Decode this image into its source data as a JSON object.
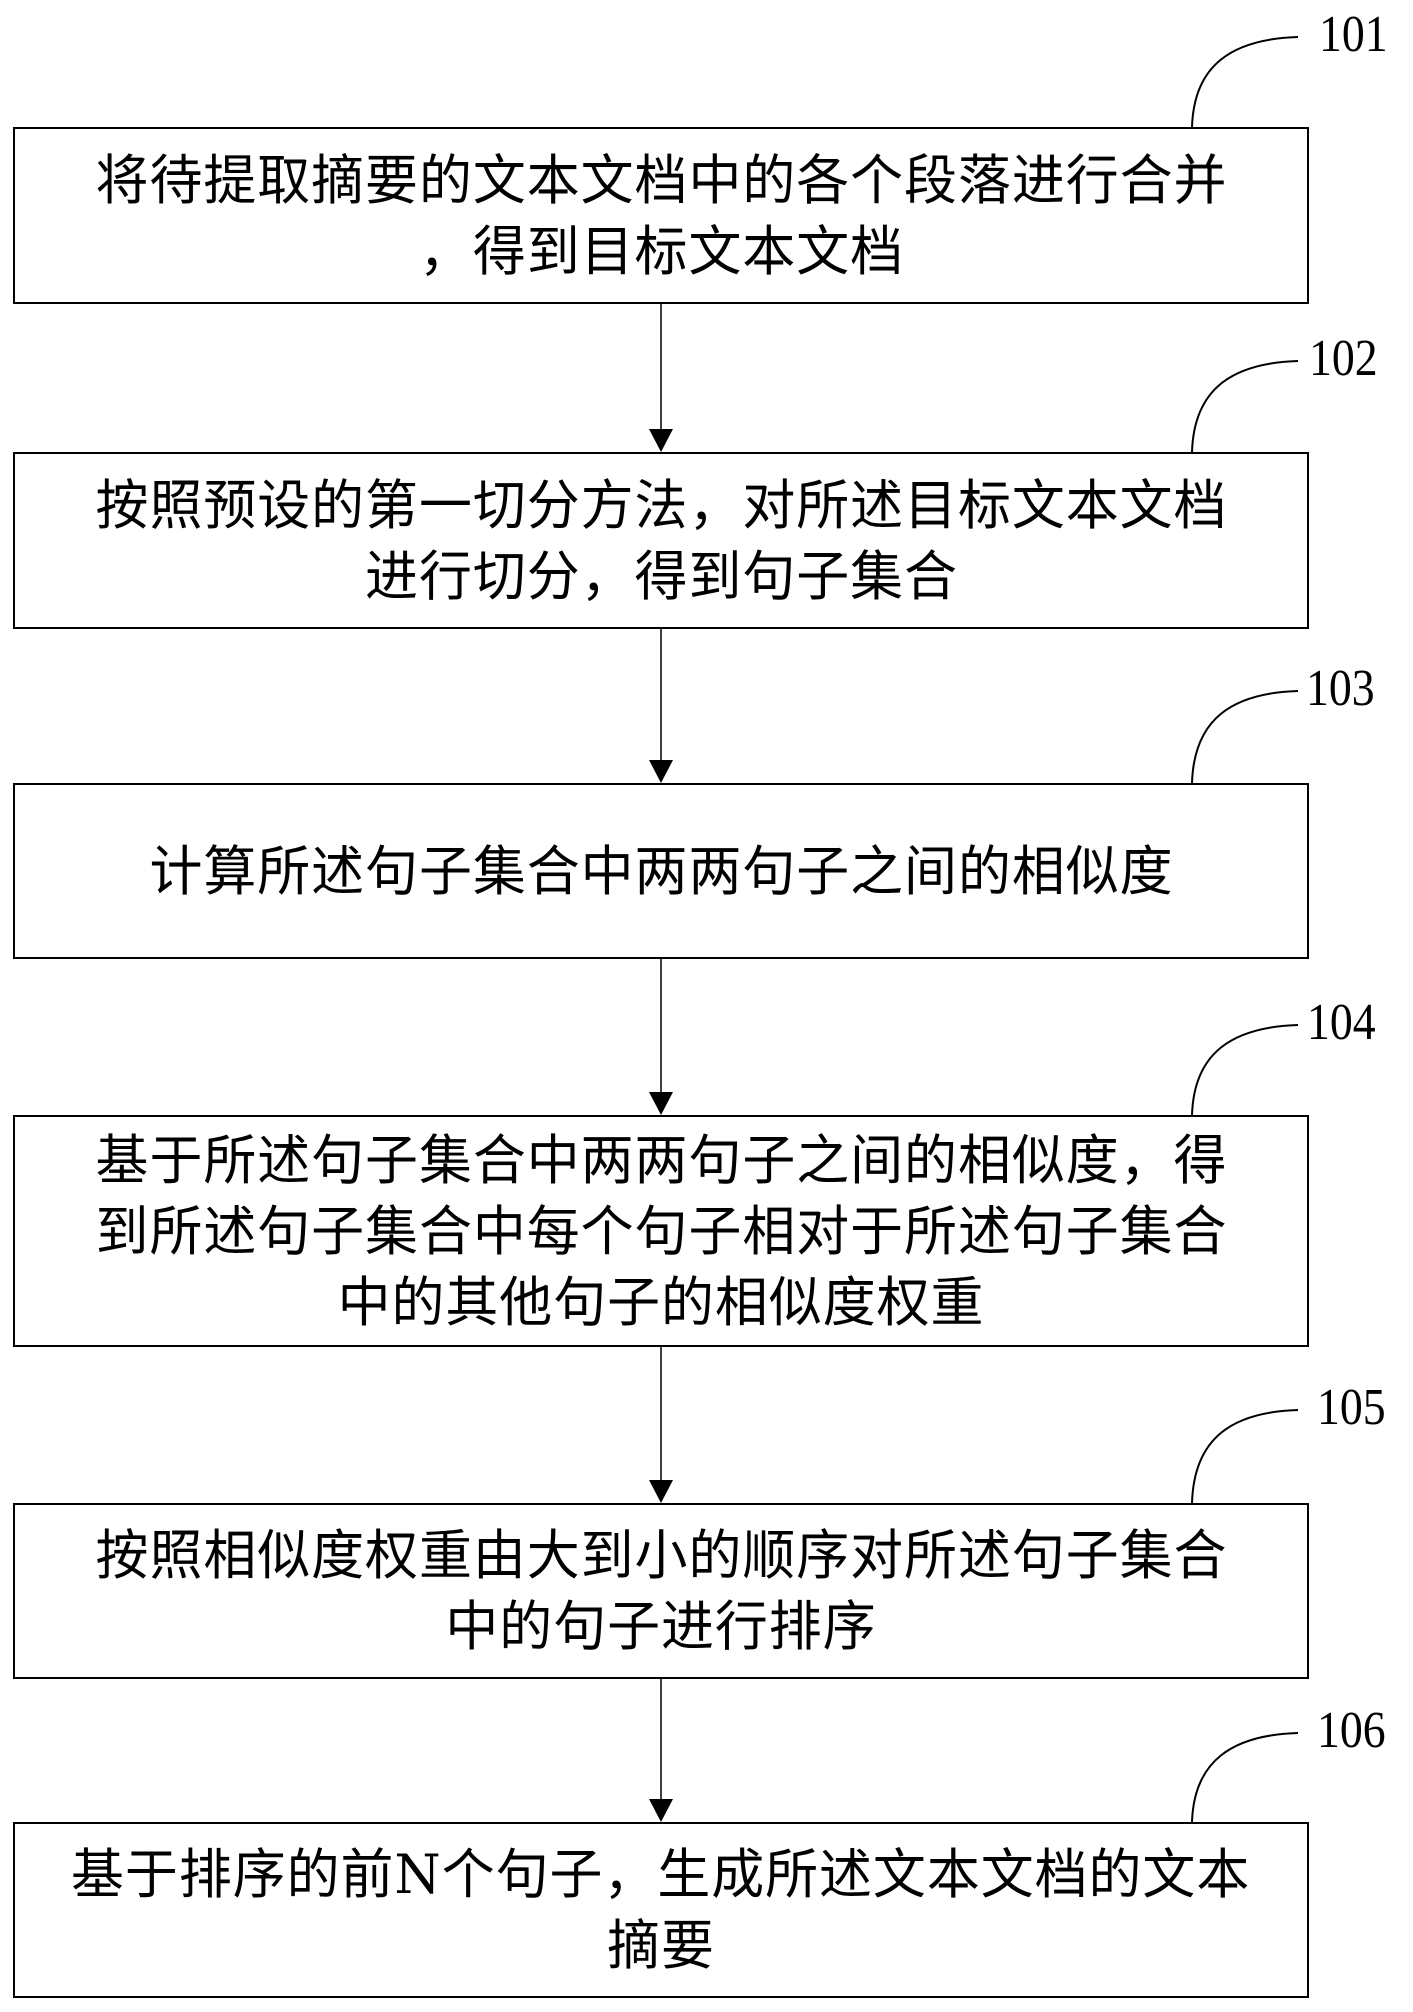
{
  "diagram": {
    "type": "flowchart",
    "direction": "top-to-bottom",
    "steps": [
      {
        "id": "101",
        "label": "101",
        "lines": [
          "将待提取摘要的文本文档中的各个段落进行合并",
          "，得到目标文本文档"
        ]
      },
      {
        "id": "102",
        "label": "102",
        "lines": [
          "按照预设的第一切分方法，对所述目标文本文档",
          "进行切分，得到句子集合"
        ]
      },
      {
        "id": "103",
        "label": "103",
        "lines": [
          "计算所述句子集合中两两句子之间的相似度"
        ]
      },
      {
        "id": "104",
        "label": "104",
        "lines": [
          "基于所述句子集合中两两句子之间的相似度，得",
          "到所述句子集合中每个句子相对于所述句子集合",
          "中的其他句子的相似度权重"
        ]
      },
      {
        "id": "105",
        "label": "105",
        "lines": [
          "按照相似度权重由大到小的顺序对所述句子集合",
          "中的句子进行排序"
        ]
      },
      {
        "id": "106",
        "label": "106",
        "lines": [
          "基于排序的前N个句子，生成所述文本文档的文本",
          "摘要"
        ]
      }
    ],
    "edges": [
      {
        "from": "101",
        "to": "102"
      },
      {
        "from": "102",
        "to": "103"
      },
      {
        "from": "103",
        "to": "104"
      },
      {
        "from": "104",
        "to": "105"
      },
      {
        "from": "105",
        "to": "106"
      }
    ],
    "colors": {
      "stroke": "#000000",
      "background": "#ffffff",
      "text": "#000000"
    }
  }
}
